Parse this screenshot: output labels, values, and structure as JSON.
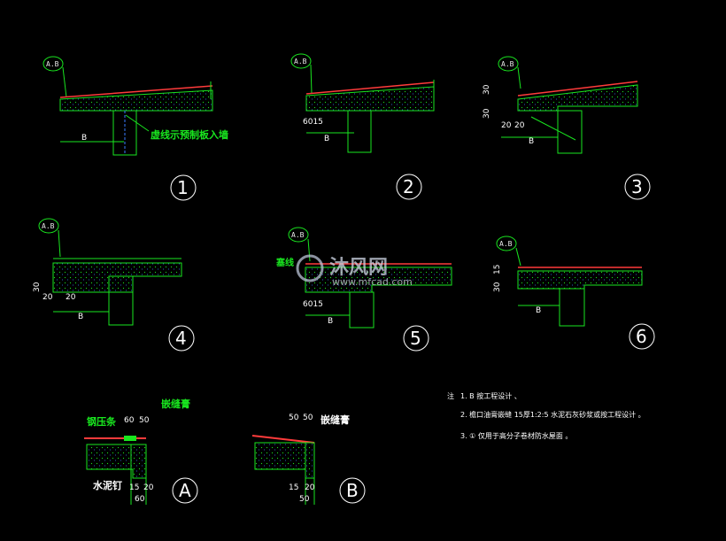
{
  "detail_tags": {
    "ab": "A.B",
    "a": "A",
    "b": "B"
  },
  "dimension_labels": {
    "b": "B",
    "d6015": "6015",
    "d20": "20",
    "d30": "30",
    "d60": "60",
    "d50": "50",
    "d15": "15"
  },
  "callouts": {
    "d1": "虚线示预制板入墙",
    "d5": "塞线",
    "qianya": "钢压条",
    "qianfeng": "嵌缝膏",
    "shuini": "水泥钉"
  },
  "circle_numbers": [
    "1",
    "2",
    "3",
    "4",
    "5",
    "6",
    "A",
    "B"
  ],
  "notes": {
    "prefix": "注",
    "line1": "1. B 按工程设计 、",
    "line2": "2. 檐口油膏嵌缝  15厚1:2:5 水泥石灰砂浆或按工程设计 。",
    "line3": "3. ① 仅用于高分子卷材防水屋面 。"
  },
  "watermark": {
    "brand": "沐风网",
    "site": "www.mfcad.com"
  },
  "colors": {
    "green": "#19e61f",
    "blue": "#3a7cff",
    "red": "#ff3b3b",
    "white": "#ffffff",
    "bg": "#000000"
  }
}
